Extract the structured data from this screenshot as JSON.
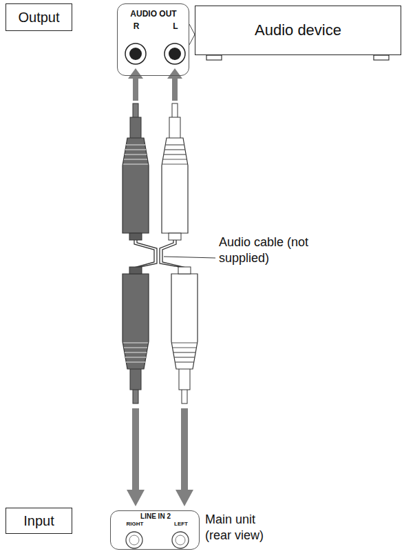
{
  "diagram": {
    "nodes": [
      {
        "text": [
          "Output"
        ]
      },
      {
        "text": [
          "AUDIO OUT",
          "R",
          "L"
        ]
      },
      {
        "text": [
          "Audio device"
        ]
      },
      {
        "text": [
          "Input"
        ]
      },
      {
        "text": [
          "LINE IN 2",
          "RIGHT",
          "LEFT"
        ]
      }
    ],
    "edges": [
      {
        "from": 1,
        "to": 2,
        "arrow": "none"
      }
    ],
    "labels": [
      "Audio cable (not supplied)",
      "Main unit (rear view)"
    ]
  }
}
